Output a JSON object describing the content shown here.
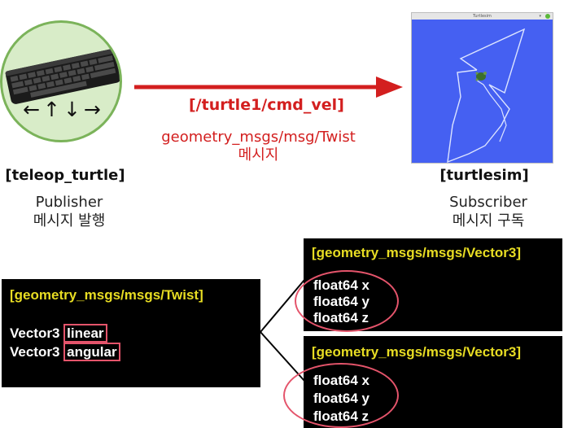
{
  "topic": {
    "name": "[/turtle1/cmd_vel]",
    "message_type": "geometry_msgs/msg/Twist",
    "message_word": "메시지"
  },
  "publisher": {
    "node": "[teleop_turtle]",
    "role": "Publisher",
    "desc": "메시지 발행",
    "arrows": "←↑↓→"
  },
  "subscriber": {
    "node": "[turtlesim]",
    "role": "Subscriber",
    "desc": "메시지 구독",
    "window_title": "Turtlesim"
  },
  "twist_box": {
    "title": "[geometry_msgs/msgs/Twist]",
    "fields": [
      {
        "type": "Vector3",
        "name": "linear"
      },
      {
        "type": "Vector3",
        "name": "angular"
      }
    ]
  },
  "vector3_boxes": [
    {
      "title": "[geometry_msgs/msgs/Vector3]",
      "fields": [
        "float64 x",
        "float64 y",
        "float64 z"
      ]
    },
    {
      "title": "[geometry_msgs/msgs/Vector3]",
      "fields": [
        "float64 x",
        "float64 y",
        "float64 z"
      ]
    }
  ],
  "colors": {
    "accent_red": "#d31f1f",
    "title_yellow": "#e8dd23",
    "highlight": "#e4546b",
    "turtlesim_bg": "#4560f2",
    "circle_fill": "#d8ecc8"
  }
}
